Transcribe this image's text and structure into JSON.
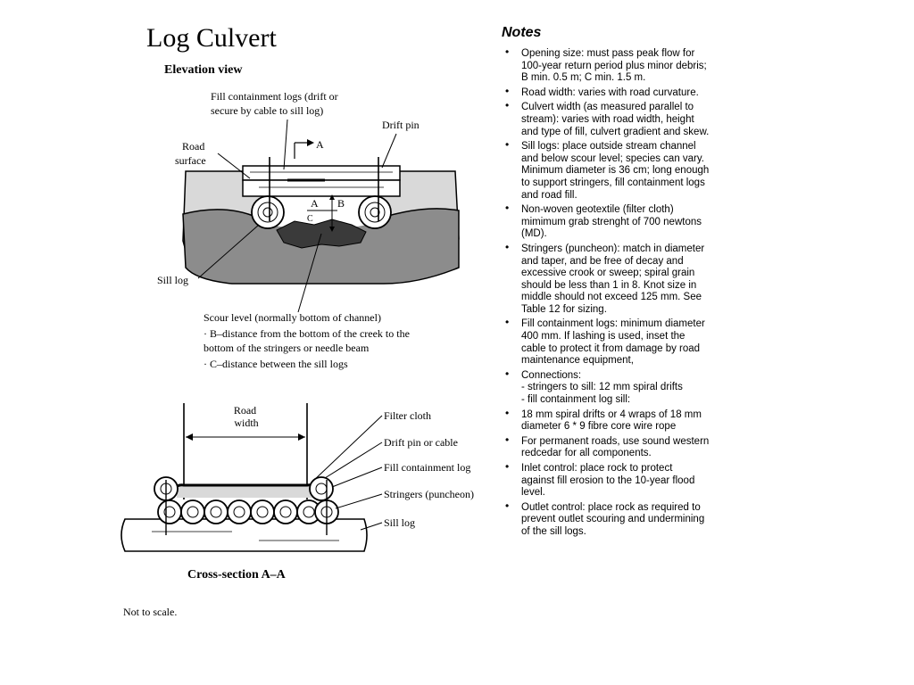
{
  "title": "Log Culvert",
  "elevation": {
    "heading": "Elevation view",
    "label_fill_log": "Fill containment logs (drift or\nsecure by cable to sill log)",
    "label_drift_pin": "Drift pin",
    "label_road_surface": "Road\nsurface",
    "label_section_a_top": "A",
    "label_a_center": "A",
    "label_b": "B",
    "label_c": "C",
    "label_sill_log": "Sill log",
    "scour_lines": [
      "Scour level (normally bottom of channel)",
      "· B–distance from the bottom of the creek to the",
      "  bottom of the stringers or needle beam",
      "· C–distance between the sill logs"
    ]
  },
  "cross_section": {
    "label_road_width": "Road\nwidth",
    "label_filter_cloth": "Filter cloth",
    "label_drift_pin_cable": "Drift pin or cable",
    "label_fill_log": "Fill containment log",
    "label_stringers": "Stringers (puncheon)",
    "label_sill_log": "Sill log",
    "caption": "Cross-section A–A"
  },
  "footer_note": "Not to scale.",
  "notes": {
    "heading": "Notes",
    "items": [
      "Opening size: must pass peak flow for\n100-year return period plus minor debris;\nB min. 0.5 m; C min. 1.5 m.",
      "Road width: varies with road curvature.",
      "Culvert width (as measured parallel to\nstream): varies with road width, height\nand type of fill, culvert gradient and skew.",
      "Sill logs: place outside stream channel\nand below scour level; species can vary.\nMinimum diameter is 36 cm; long enough\nto support stringers, fill containment logs\nand road fill.",
      "Non-woven geotextile (filter cloth)\nmimimum grab strenght of 700 newtons\n(MD).",
      "Stringers (puncheon):  match in diameter\nand taper, and be free of decay and\nexcessive crook or sweep; spiral grain\nshould be less than 1 in 8.  Knot size in\nmiddle should not exceed 125 mm.  See\nTable 12 for sizing.",
      "Fill containment logs:  minimum diameter\n400 mm.  If lashing is used, inset the\ncable to protect it from damage by road\nmaintenance equipment,",
      "Connections:\n- stringers to sill: 12 mm spiral drifts\n- fill containment log sill:",
      "18 mm spiral drifts or 4 wraps of 18 mm\ndiameter 6 * 9 fibre core wire rope",
      "For permanent roads, use sound western\nredcedar for all components.",
      "Inlet control:  place rock to protect\nagainst fill erosion to the 10-year flood\nlevel.",
      "Outlet control:  place rock as required to\nprevent outlet scouring and undermining\nof the sill logs."
    ]
  }
}
